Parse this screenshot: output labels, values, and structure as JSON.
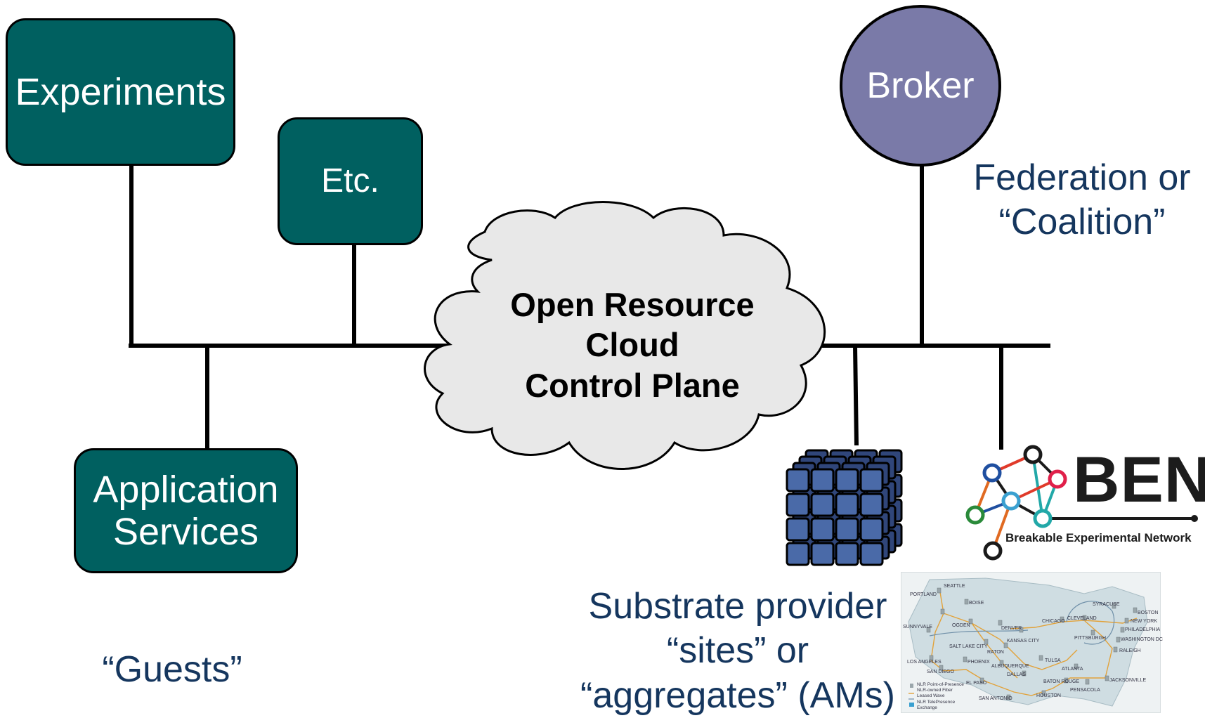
{
  "diagram": {
    "experiments": "Experiments",
    "etc": "Etc.",
    "application_services": "Application\nServices",
    "guests": "“Guests”",
    "cloud": "Open Resource\nCloud\nControl Plane",
    "broker": "Broker",
    "federation": "Federation or\n“Coalition”",
    "substrate": "Substrate provider\n“sites” or\n“aggregates” (AMs)",
    "ben_title": "BEN",
    "ben_subtitle": "Breakable Experimental Network"
  },
  "map": {
    "cities": [
      "SEATTLE",
      "PORTLAND",
      "BOISE",
      "SUNNYVALE",
      "OGDEN",
      "SALT LAKE CITY",
      "DENVER",
      "KANSAS CITY",
      "CHICAGO",
      "CLEVELAND",
      "SYRACUSE",
      "BOSTON",
      "NEW YORK",
      "PHILADELPHIA",
      "WASHINGTON DC",
      "PITTSBURGH",
      "RALEIGH",
      "LOS ANGELES",
      "SAN DIEGO",
      "PHOENIX",
      "RATON",
      "ALBUQUERQUE",
      "TULSA",
      "DALLAS",
      "EL PASO",
      "ATLANTA",
      "BATON ROUGE",
      "PENSACOLA",
      "JACKSONVILLE",
      "HOUSTON",
      "SAN ANTONIO"
    ],
    "legend": [
      "NLR Point-of-Presence",
      "NLR-owned Fiber",
      "Leased Wave",
      "NLR TelePresence",
      "Exchange"
    ]
  },
  "colors": {
    "box_fill": "#006060",
    "broker_fill": "#7a7aa8",
    "label_text": "#15365e",
    "cloud_fill": "#e8e8e8",
    "cube_fill": "#4a6aa8"
  }
}
